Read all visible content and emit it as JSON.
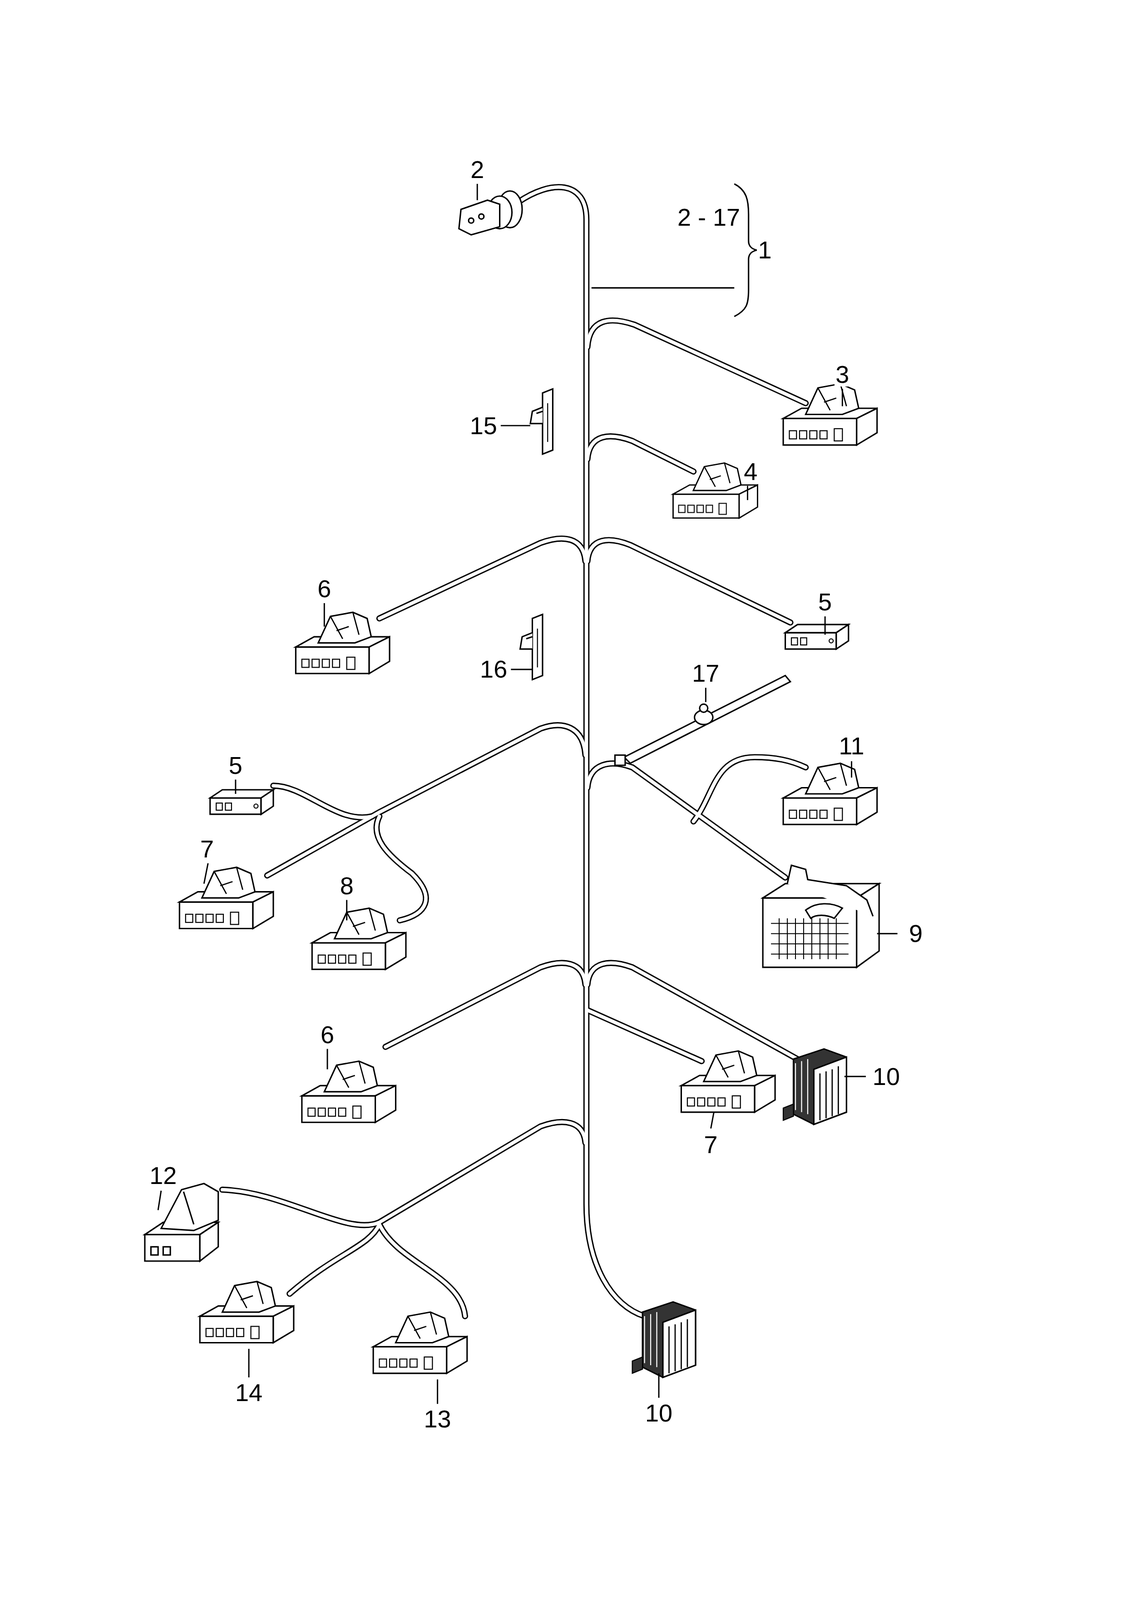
{
  "diagram": {
    "labels": [
      "2",
      "2 - 17",
      "1",
      "3",
      "15",
      "4",
      "6",
      "5",
      "16",
      "17",
      "5",
      "11",
      "7",
      "8",
      "9",
      "6",
      "10",
      "7",
      "12",
      "14",
      "13",
      "10"
    ]
  }
}
